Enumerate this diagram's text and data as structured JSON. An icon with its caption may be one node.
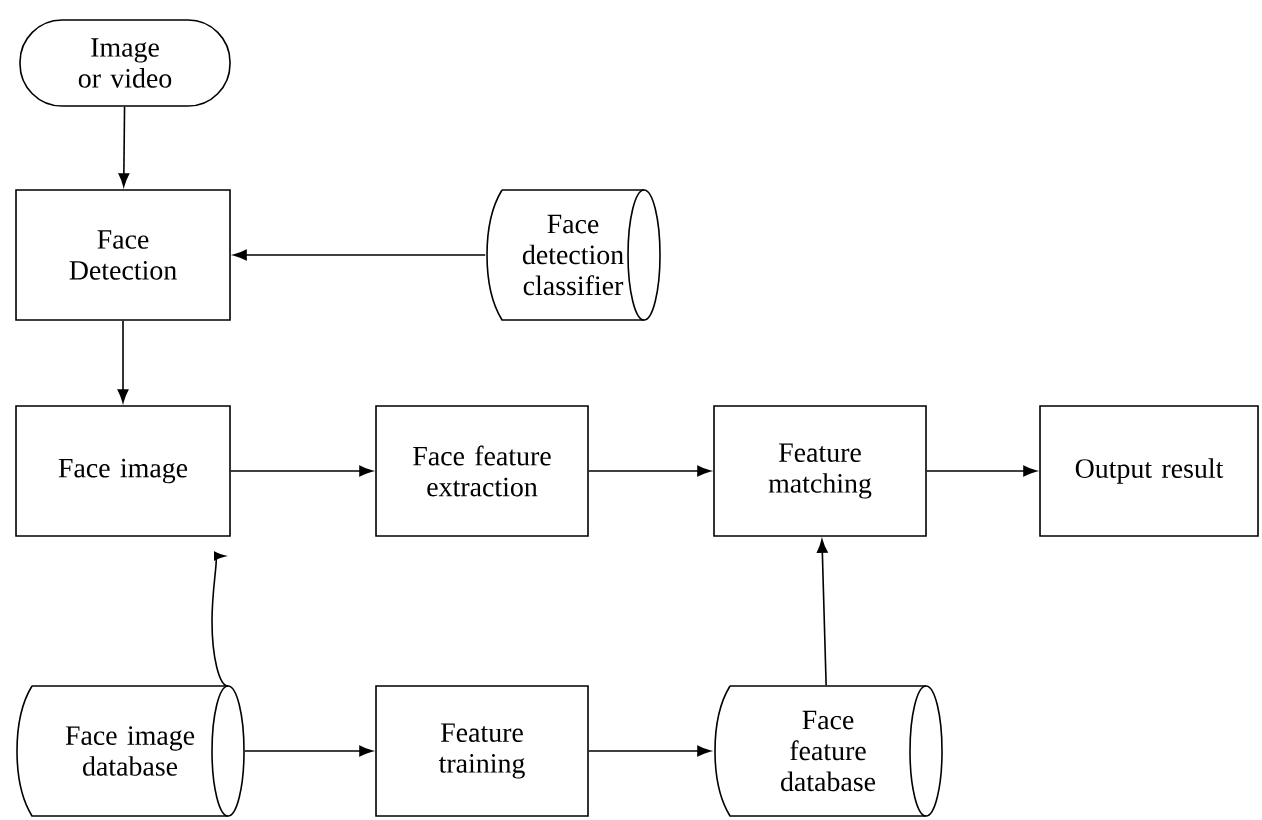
{
  "diagram": {
    "nodes": [
      {
        "text": [
          "Image or video"
        ]
      },
      {
        "text": [
          "Face Detection"
        ]
      },
      {
        "text": [
          "Face detection classifier"
        ]
      },
      {
        "text": [
          "Face image"
        ]
      },
      {
        "text": [
          "Face feature extraction"
        ]
      },
      {
        "text": [
          "Feature matching"
        ]
      },
      {
        "text": [
          "Output result"
        ]
      },
      {
        "text": [
          "Face image database"
        ]
      },
      {
        "text": [
          "Feature training"
        ]
      },
      {
        "text": [
          "Face feature database"
        ]
      }
    ],
    "edges": [
      {
        "from": 0,
        "to": 1,
        "arrow": "to"
      },
      {
        "from": 2,
        "to": 1,
        "arrow": "to"
      },
      {
        "from": 1,
        "to": 3,
        "arrow": "to"
      },
      {
        "from": 3,
        "to": 4,
        "arrow": "to"
      },
      {
        "from": 4,
        "to": 5,
        "arrow": "to"
      },
      {
        "from": 5,
        "to": 6,
        "arrow": "to"
      },
      {
        "from": 7,
        "to": 8,
        "arrow": "to"
      },
      {
        "from": 8,
        "to": 9,
        "arrow": "to"
      },
      {
        "from": 9,
        "to": 5,
        "arrow": "to"
      }
    ]
  }
}
